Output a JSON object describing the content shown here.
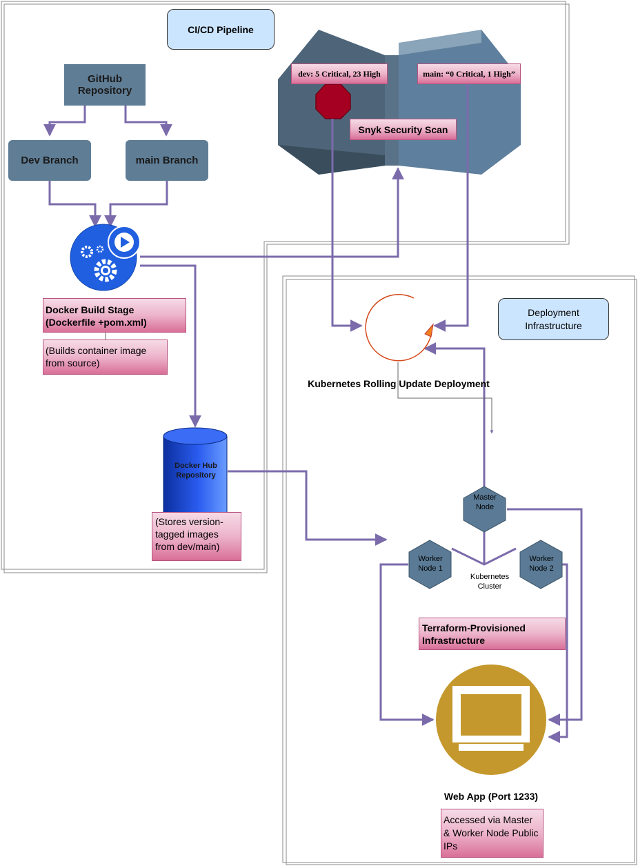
{
  "pipeline": {
    "title": "CI/CD Pipeline",
    "github": "GitHub Repository",
    "dev_branch": "Dev Branch",
    "main_branch": "main Branch",
    "build_title": "Docker Build Stage (Dockerfile +pom.xml)",
    "build_desc": "(Builds container image from source)",
    "dockerhub": "Docker Hub Repository",
    "dockerhub_desc": "(Stores version-tagged images from dev/main)"
  },
  "security": {
    "dev_result": "dev: 5 Critical, 23 High",
    "main_result": "main: “0 Critical, 1 High”",
    "scan_label": "Snyk Security Scan"
  },
  "deployment": {
    "title": "Deployment Infrastructure",
    "rolling_update": "Kubernetes Rolling Update Deployment",
    "master_node": "Master Node",
    "worker1": "Worker Node 1",
    "worker2": "Worker Node 2",
    "cluster": "Kubernetes Cluster",
    "terraform": "Terraform-Provisioned Infrastructure",
    "webapp": "Web App (Port 1233)",
    "access": "Accessed via Master & Worker Node Public IPs"
  },
  "colors": {
    "arrow": "#7b6bab",
    "slate": "#5f7d95",
    "gear_blue": "#1f5fe0",
    "stop_red": "#a50021",
    "monitor_gold": "#c4982c"
  },
  "icons": [
    "gear-play-icon",
    "stop-sign-icon",
    "database-icon",
    "refresh-cycle-icon",
    "cube-icon",
    "monitor-icon"
  ]
}
